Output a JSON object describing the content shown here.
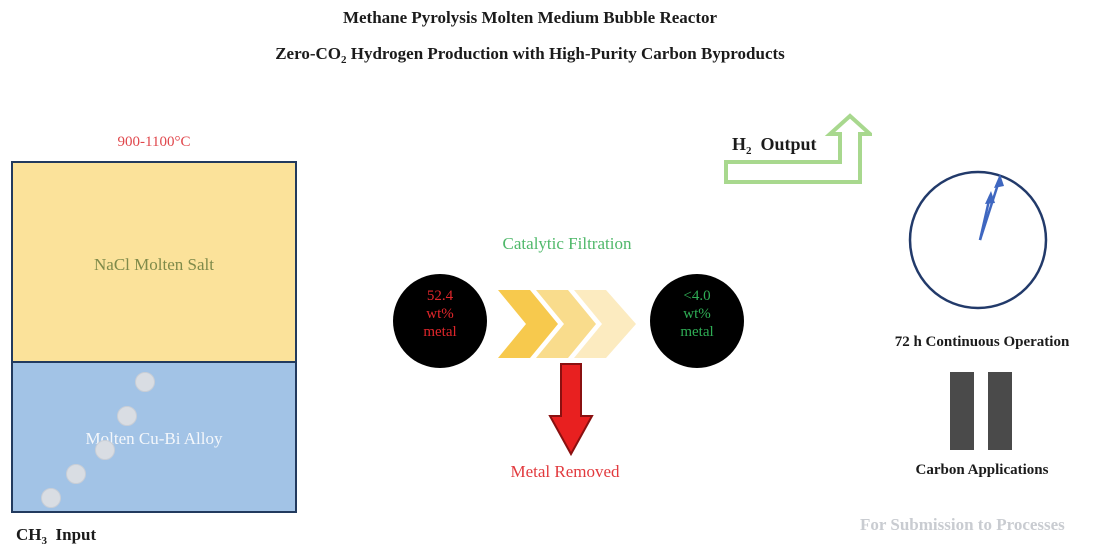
{
  "title": "Methane Pyrolysis Molten Medium Bubble Reactor",
  "subtitle": {
    "pre": "Zero-CO",
    "sub": "2",
    "post": " Hydrogen Production with High-Purity Carbon Byproducts"
  },
  "reactor": {
    "temperature": "900-1100°C",
    "upper_layer": "NaCl Molten Salt",
    "lower_layer": "Molten Cu-Bi Alloy",
    "input": {
      "pre": "CH",
      "sub": "3",
      "post": "  Input"
    }
  },
  "filtration": {
    "label": "Catalytic Filtration",
    "before": {
      "value": "52.4",
      "unit": "wt%",
      "word": "metal"
    },
    "after": {
      "value": "<4.0",
      "unit": "wt%",
      "word": "metal"
    },
    "removed_label": "Metal Removed"
  },
  "output": {
    "pre": "H",
    "sub": "2",
    "post": "  Output"
  },
  "operation_label": "72 h Continuous Operation",
  "carbon_label": "Carbon Applications",
  "footer": "For Submission to Processes",
  "colors": {
    "salt": "#fbe29a",
    "alloy": "#a2c3e6",
    "accent_red": "#e23a3e",
    "accent_green": "#4fb86a",
    "chevron": "#f7c94d",
    "clock_hand": "#3f67c0"
  }
}
